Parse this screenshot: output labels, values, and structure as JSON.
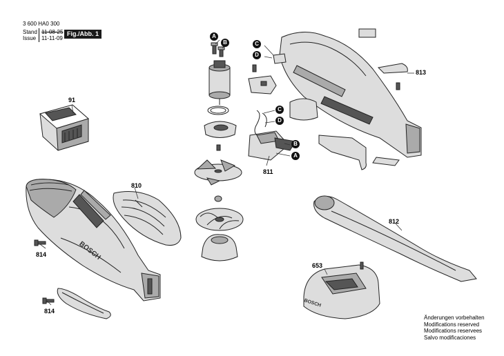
{
  "header": {
    "doc_number": "3 600 HA0 300",
    "stand_label": "Stand",
    "issue_label": "Issue",
    "stand_date": "11-08-25",
    "issue_date": "11-11-09",
    "figure_label": "Fig./Abb. 1"
  },
  "parts": {
    "p91": "91",
    "p810": "810",
    "p811": "811",
    "p812": "812",
    "p813": "813",
    "p814a": "814",
    "p814b": "814",
    "p653": "653"
  },
  "markers": {
    "a_top": "A",
    "b_top": "B",
    "c_top": "C",
    "d_top": "D",
    "c_mid": "C",
    "d_mid": "D",
    "b_low": "B",
    "a_low": "A"
  },
  "housing_logo": "BOSCH",
  "charger_logo": "BOSCH",
  "footer": {
    "line_de": "Änderungen vorbehalten",
    "line_en": "Modifications reserved",
    "line_fr": "Modifications reservees",
    "line_es": "Salvo modificaciones"
  }
}
